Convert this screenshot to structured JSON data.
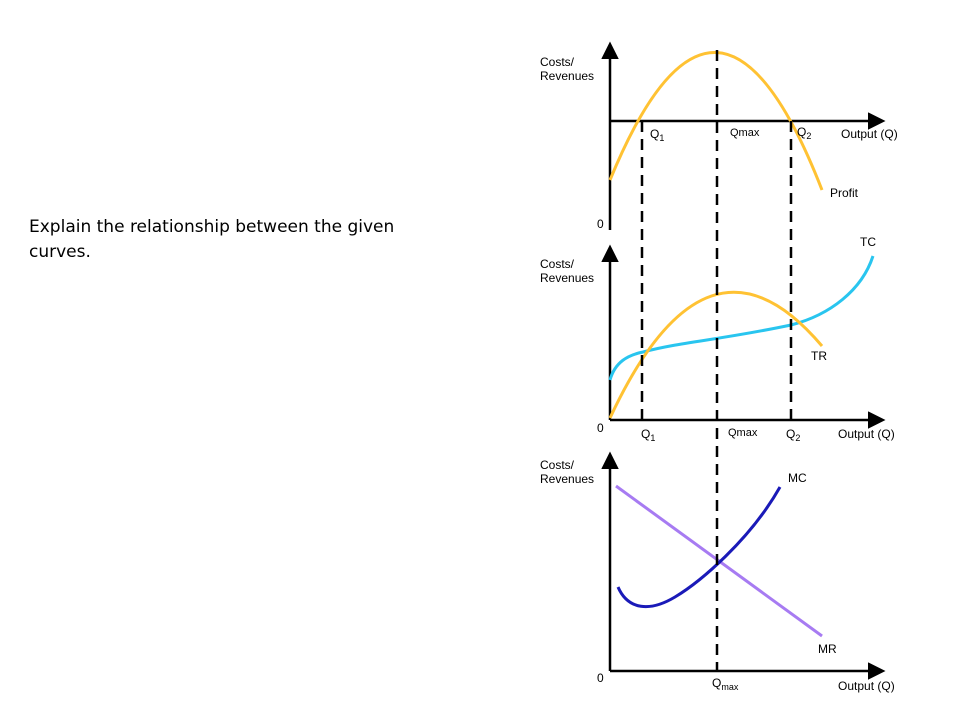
{
  "question": "Explain the relationship between the given curves.",
  "colors": {
    "profit": "#ffc233",
    "tr": "#ffc233",
    "tc": "#29c5ef",
    "mc": "#1a1ab8",
    "mr": "#a77bf2",
    "axis": "#000000"
  },
  "panels": {
    "profit": {
      "y_label_line1": "Costs/",
      "y_label_line2": "Revenues",
      "origin": "0",
      "x_label": "Output (Q)",
      "q1_main": "Q",
      "q1_sub": "1",
      "qmax": "Qmax",
      "q2_main": "Q",
      "q2_sub": "2",
      "curve_label": "Profit"
    },
    "total": {
      "y_label_line1": "Costs/",
      "y_label_line2": "Revenues",
      "origin": "0",
      "x_label": "Output (Q)",
      "q1_main": "Q",
      "q1_sub": "1",
      "qmax": "Qmax",
      "q2_main": "Q",
      "q2_sub": "2",
      "tc_label": "TC",
      "tr_label": "TR"
    },
    "marginal": {
      "y_label_line1": "Costs/",
      "y_label_line2": "Revenues",
      "origin": "0",
      "x_label": "Output (Q)",
      "qmax_main": "Q",
      "qmax_sub": "max",
      "mc_label": "MC",
      "mr_label": "MR"
    }
  }
}
